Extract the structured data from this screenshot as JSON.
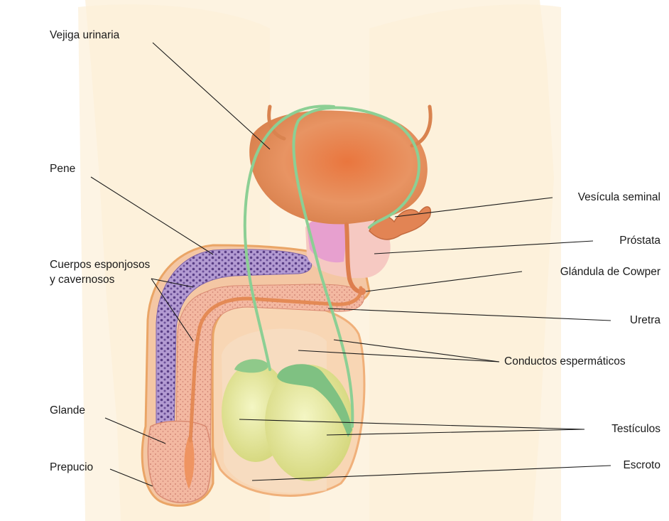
{
  "labels": {
    "vejiga": "Vejiga urinaria",
    "pene": "Pene",
    "cuerpos_1": "Cuerpos esponjosos",
    "cuerpos_2": "y cavernosos",
    "glande": "Glande",
    "prepucio": "Prepucio",
    "vesicula": "Vesícula seminal",
    "prostata": "Próstata",
    "cowper": "Glándula de Cowper",
    "uretra": "Uretra",
    "conductos": "Conductos espermáticos",
    "testiculos": "Testículos",
    "escroto": "Escroto"
  },
  "colors": {
    "background": "#fdf3e1",
    "bladder": "#e58d5a",
    "vas_deferens": "#8ccf94",
    "corpus": "#a58ac0",
    "spongy": "#f3b6a0",
    "testis": "#eef0a4",
    "prostate": "#f6c0c0"
  }
}
